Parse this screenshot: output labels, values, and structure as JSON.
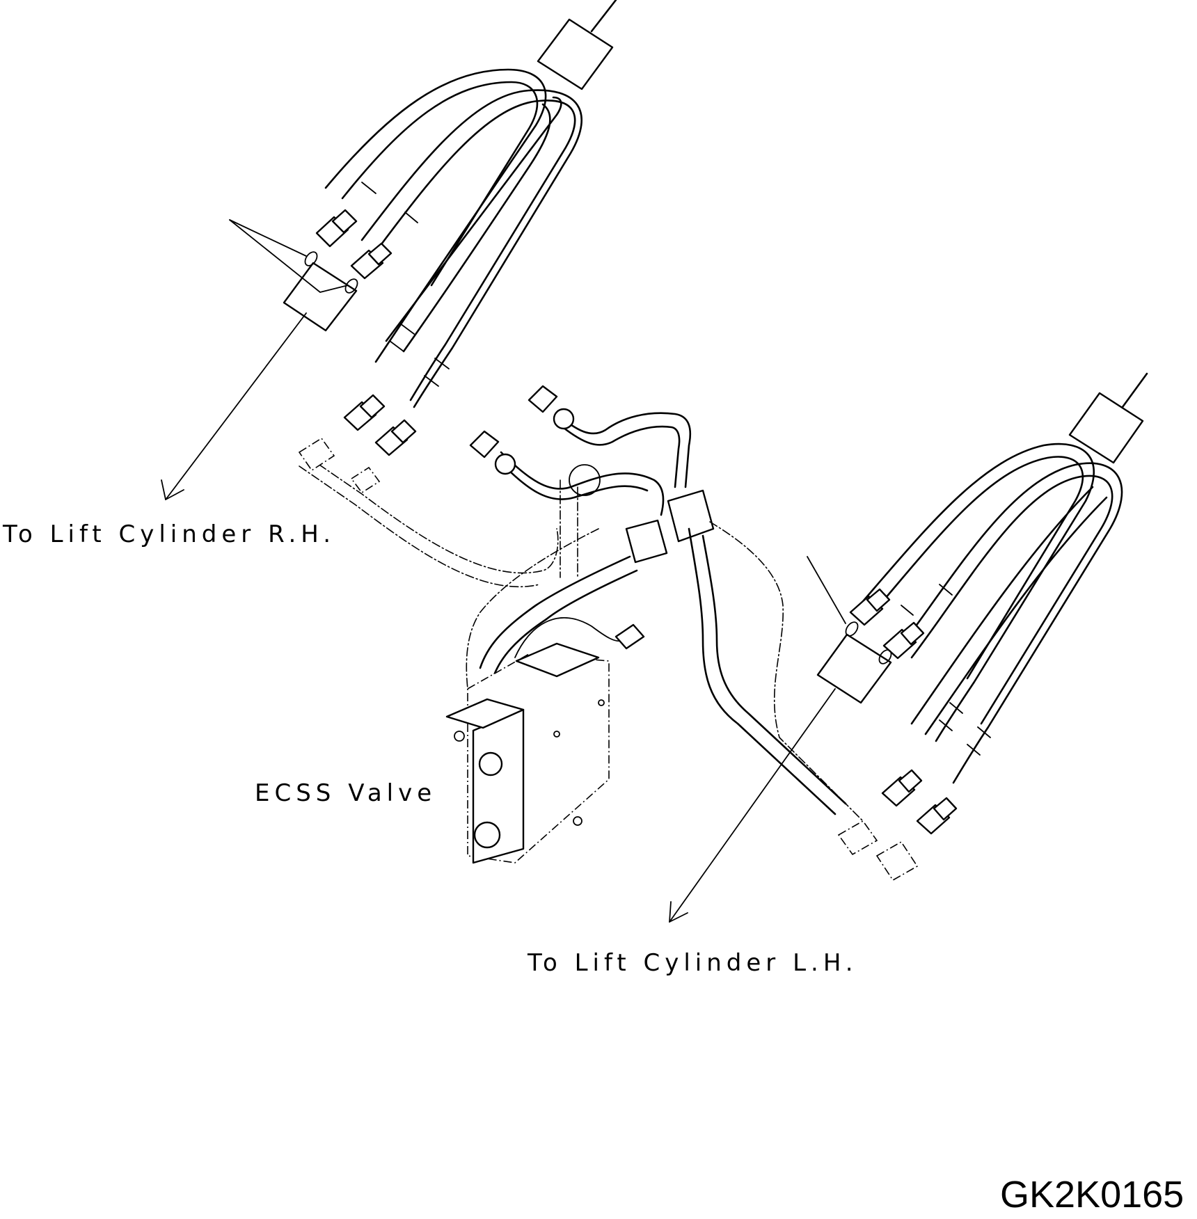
{
  "labels": {
    "to_lift_cylinder_rh": "To Lift Cylinder R.H.",
    "ecss_valve": "ECSS Valve",
    "to_lift_cylinder_lh": "To Lift Cylinder L.H.",
    "drawing_code": "GK2K0165"
  }
}
